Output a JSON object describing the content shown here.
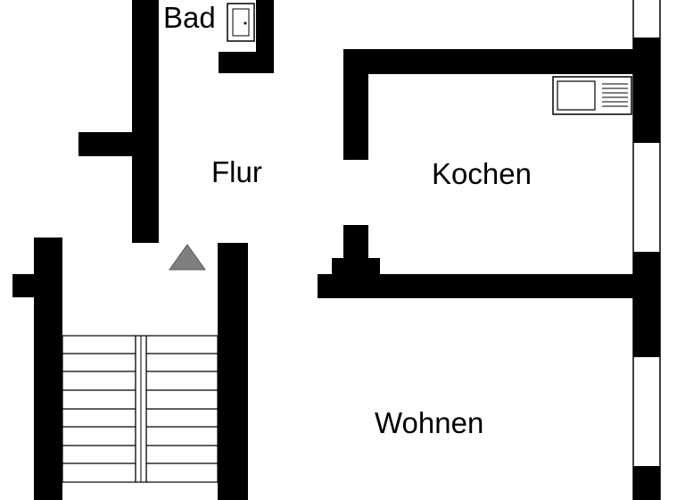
{
  "rooms": {
    "bad": "Bad",
    "flur": "Flur",
    "kochen": "Kochen",
    "wohnen": "Wohnen"
  },
  "icons": {
    "door": "door-icon",
    "stove": "stove-icon",
    "entrance": "entrance-triangle-icon"
  },
  "colors": {
    "wall": "#000000",
    "background": "#ffffff",
    "entrance_marker": "#7f7f7f"
  }
}
